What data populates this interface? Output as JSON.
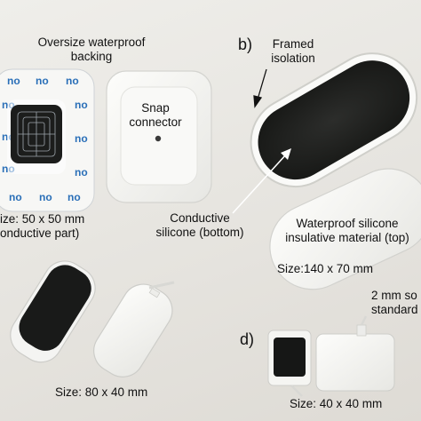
{
  "labels": {
    "backing_line1": "Oversize waterproof",
    "backing_line2": "backing",
    "snap_line1": "Snap",
    "snap_line2": "connector",
    "size_a": "ize: 50 x 50 mm",
    "size_a_note": "onductive part)",
    "conductive_line1": "Conductive",
    "conductive_line2": "silicone (bottom)",
    "panel_b": "b)",
    "framed_line1": "Framed",
    "framed_line2": "isolation",
    "waterproof_line1": "Waterproof silicone",
    "waterproof_line2": "insulative material (top)",
    "size_b": "Size:140 x 70 mm",
    "note_line1": "2 mm so",
    "note_line2": "standard",
    "size_c": "Size: 80 x 40 mm",
    "panel_d": "d)",
    "size_d": "Size: 40 x 40 mm"
  },
  "backing_print": "no",
  "colors": {
    "background": "#e9e7e2",
    "conductive": "#1e1f1e",
    "silicone": "#f8f8f6",
    "backing_print": "#2a6fb8"
  }
}
